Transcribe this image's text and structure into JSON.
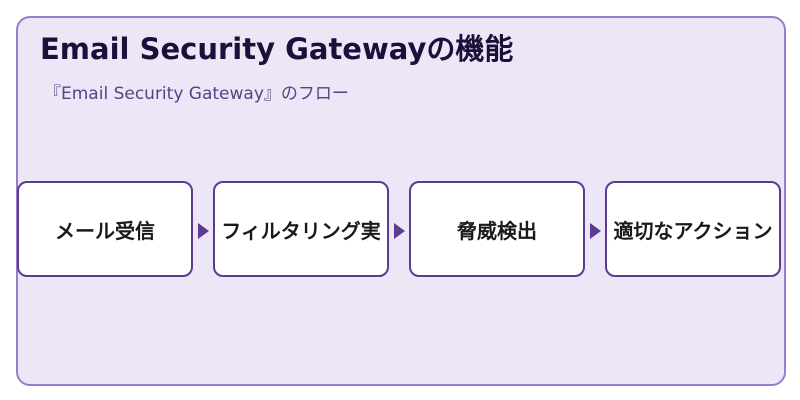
{
  "title": "Email Security Gatewayの機能",
  "subtitle": "『Email Security Gateway』のフロー",
  "steps": [
    {
      "label": "メール受信"
    },
    {
      "label": "フィルタリング実"
    },
    {
      "label": "脅威検出"
    },
    {
      "label": "適切なアクション"
    }
  ],
  "colors": {
    "background": "#ece6f6",
    "border": "#9a7cc8",
    "node_border": "#5d3b91",
    "node_fill": "#ffffff",
    "arrow": "#5d3b91",
    "title": "#1e0f3a",
    "subtitle": "#5a3f86"
  }
}
